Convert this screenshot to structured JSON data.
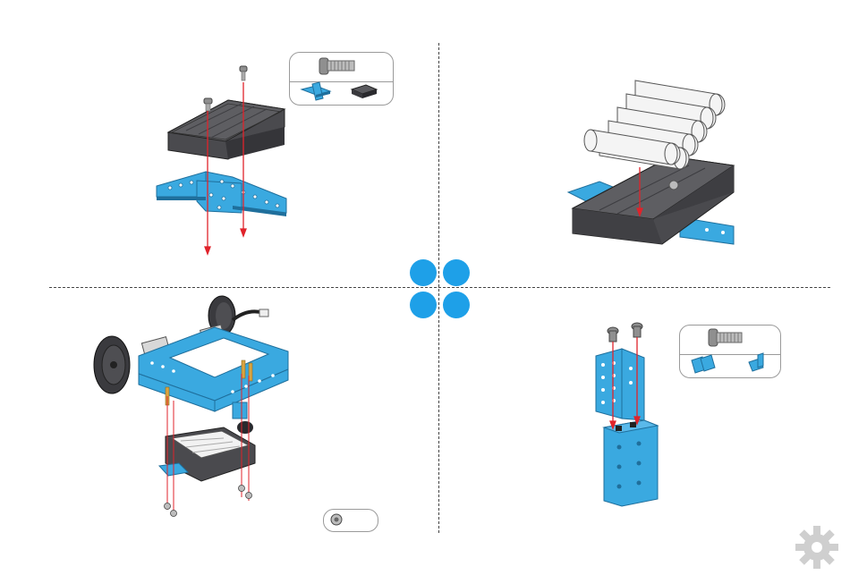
{
  "page": {
    "accent": "#1ea0e8",
    "background": "#ffffff"
  },
  "steps": [
    {
      "id": 1,
      "parts": [
        "screw-icon",
        "cross-plate-icon",
        "battery-holder-icon"
      ]
    },
    {
      "id": 2,
      "parts": []
    },
    {
      "id": 3,
      "parts": [
        "nut-icon"
      ]
    },
    {
      "id": 4,
      "parts": [
        "screw-icon",
        "bracket-pair-icon",
        "small-bracket-icon"
      ]
    }
  ],
  "colors": {
    "part_blue": "#3aa9e0",
    "part_dark": "#4a4a4e",
    "arrow_red": "#e0232b",
    "gear_gray": "#cfcfcf"
  }
}
